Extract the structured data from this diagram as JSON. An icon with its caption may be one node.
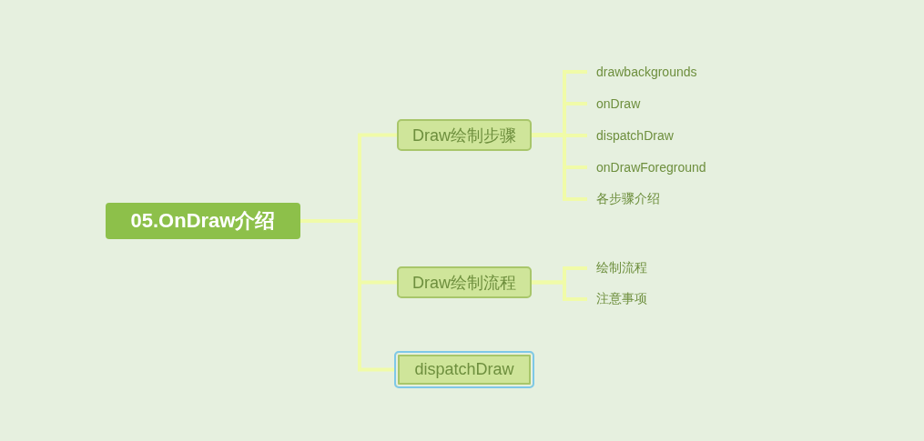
{
  "diagram": {
    "nodes": [
      {
        "text": [
          "05.OnDraw介绍"
        ]
      },
      {
        "text": [
          "Draw绘制步骤"
        ]
      },
      {
        "text": [
          "Draw绘制流程"
        ]
      },
      {
        "text": [
          "dispatchDraw"
        ]
      },
      {
        "text": [
          "drawbackgrounds"
        ]
      },
      {
        "text": [
          "onDraw"
        ]
      },
      {
        "text": [
          "dispatchDraw"
        ]
      },
      {
        "text": [
          "onDrawForeground"
        ]
      },
      {
        "text": [
          "各步骤介绍"
        ]
      },
      {
        "text": [
          "绘制流程"
        ]
      },
      {
        "text": [
          "注意事项"
        ]
      }
    ],
    "edges": [
      {
        "from": 0,
        "to": 1,
        "arrow": "none"
      },
      {
        "from": 0,
        "to": 2,
        "arrow": "none"
      },
      {
        "from": 0,
        "to": 3,
        "arrow": "none"
      },
      {
        "from": 1,
        "to": 4,
        "arrow": "none"
      },
      {
        "from": 1,
        "to": 5,
        "arrow": "none"
      },
      {
        "from": 1,
        "to": 6,
        "arrow": "none"
      },
      {
        "from": 1,
        "to": 7,
        "arrow": "none"
      },
      {
        "from": 1,
        "to": 8,
        "arrow": "none"
      },
      {
        "from": 2,
        "to": 9,
        "arrow": "none"
      },
      {
        "from": 2,
        "to": 10,
        "arrow": "none"
      }
    ]
  }
}
